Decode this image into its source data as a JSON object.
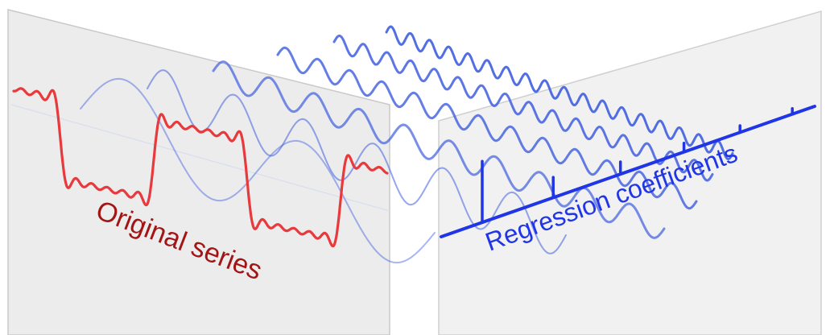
{
  "labels": {
    "original": "Original series",
    "coefficients": "Regression coefficients"
  },
  "colors": {
    "original": "#e8393c",
    "original_text": "#a31515",
    "components": "#3f5ee0",
    "coefficients": "#1f35e6",
    "panel_left": "#ececec",
    "panel_right": "#f0f0f0"
  },
  "components": [
    {
      "harmonic": 1,
      "coefficient": 1.0
    },
    {
      "harmonic": 3,
      "coefficient": 0.333
    },
    {
      "harmonic": 5,
      "coefficient": 0.2
    },
    {
      "harmonic": 7,
      "coefficient": 0.143
    },
    {
      "harmonic": 9,
      "coefficient": 0.111
    },
    {
      "harmonic": 11,
      "coefficient": 0.091
    }
  ]
}
